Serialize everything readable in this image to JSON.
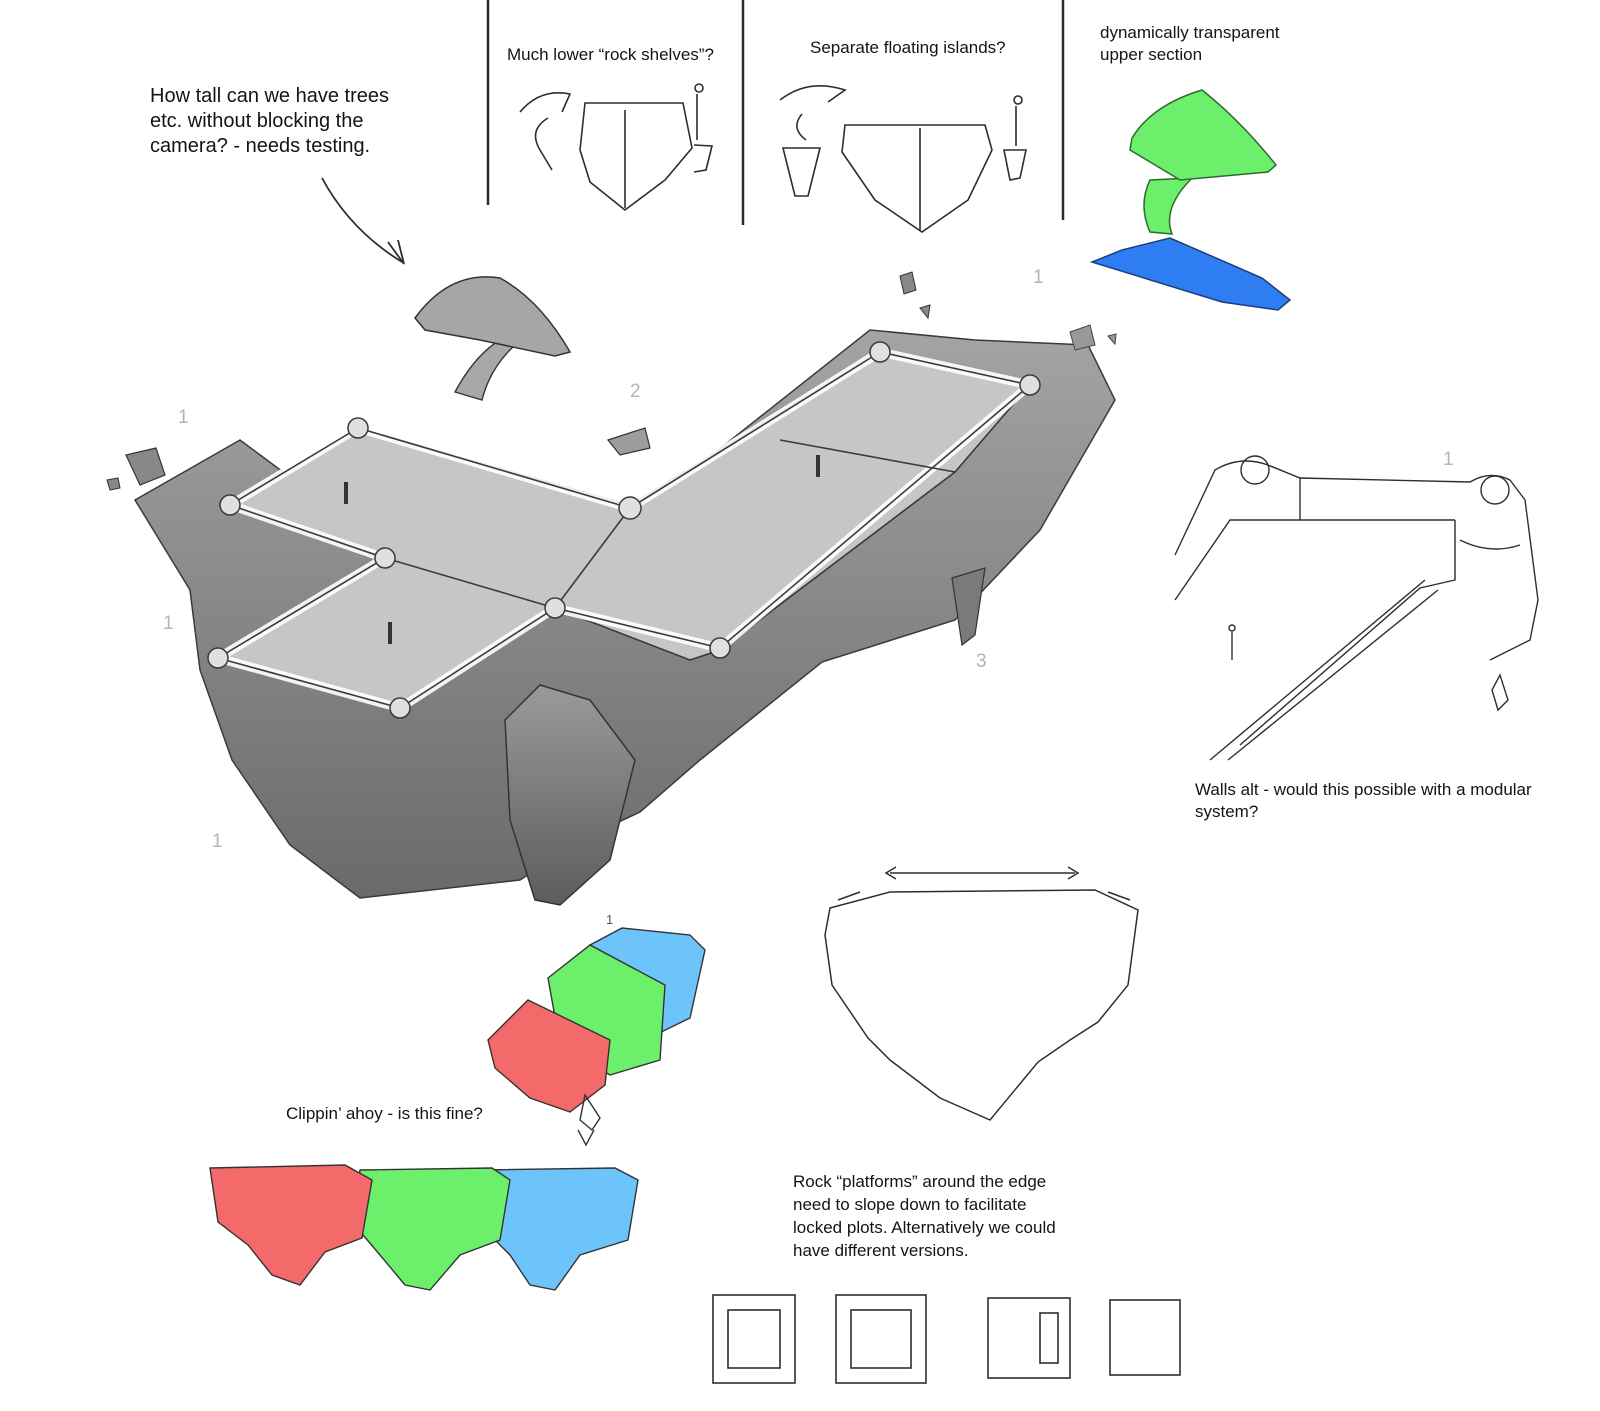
{
  "annotations": {
    "trees_note": "How tall can we have trees\netc. without blocking the\ncamera? - needs testing.",
    "rock_shelves": "Much lower “rock shelves”?",
    "floating_islands": "Separate floating islands?",
    "transparent_section": "dynamically transparent\nupper section",
    "walls_alt": "Walls alt - would this possible with a modular\nsystem?",
    "clipping": "Clippin’ ahoy - is this fine?",
    "platforms_note": "Rock “platforms” around the edge\nneed to slope down to facilitate\nlocked plots. Alternatively we could\nhave different versions."
  },
  "plot_numbers": {
    "left_top": "1",
    "left_mid": "1",
    "left_bottom": "1",
    "center_top": "2",
    "right_top": "1",
    "right_side": "3",
    "detail": "1",
    "chunk": "1"
  },
  "colors": {
    "red": "#f46a6a",
    "green": "#6cf06c",
    "blue": "#6cc4fb",
    "blue_strong": "#2f7df2",
    "rock": "#8d8d8d",
    "plot": "#c6c6c6",
    "line": "#2e2e2e"
  }
}
